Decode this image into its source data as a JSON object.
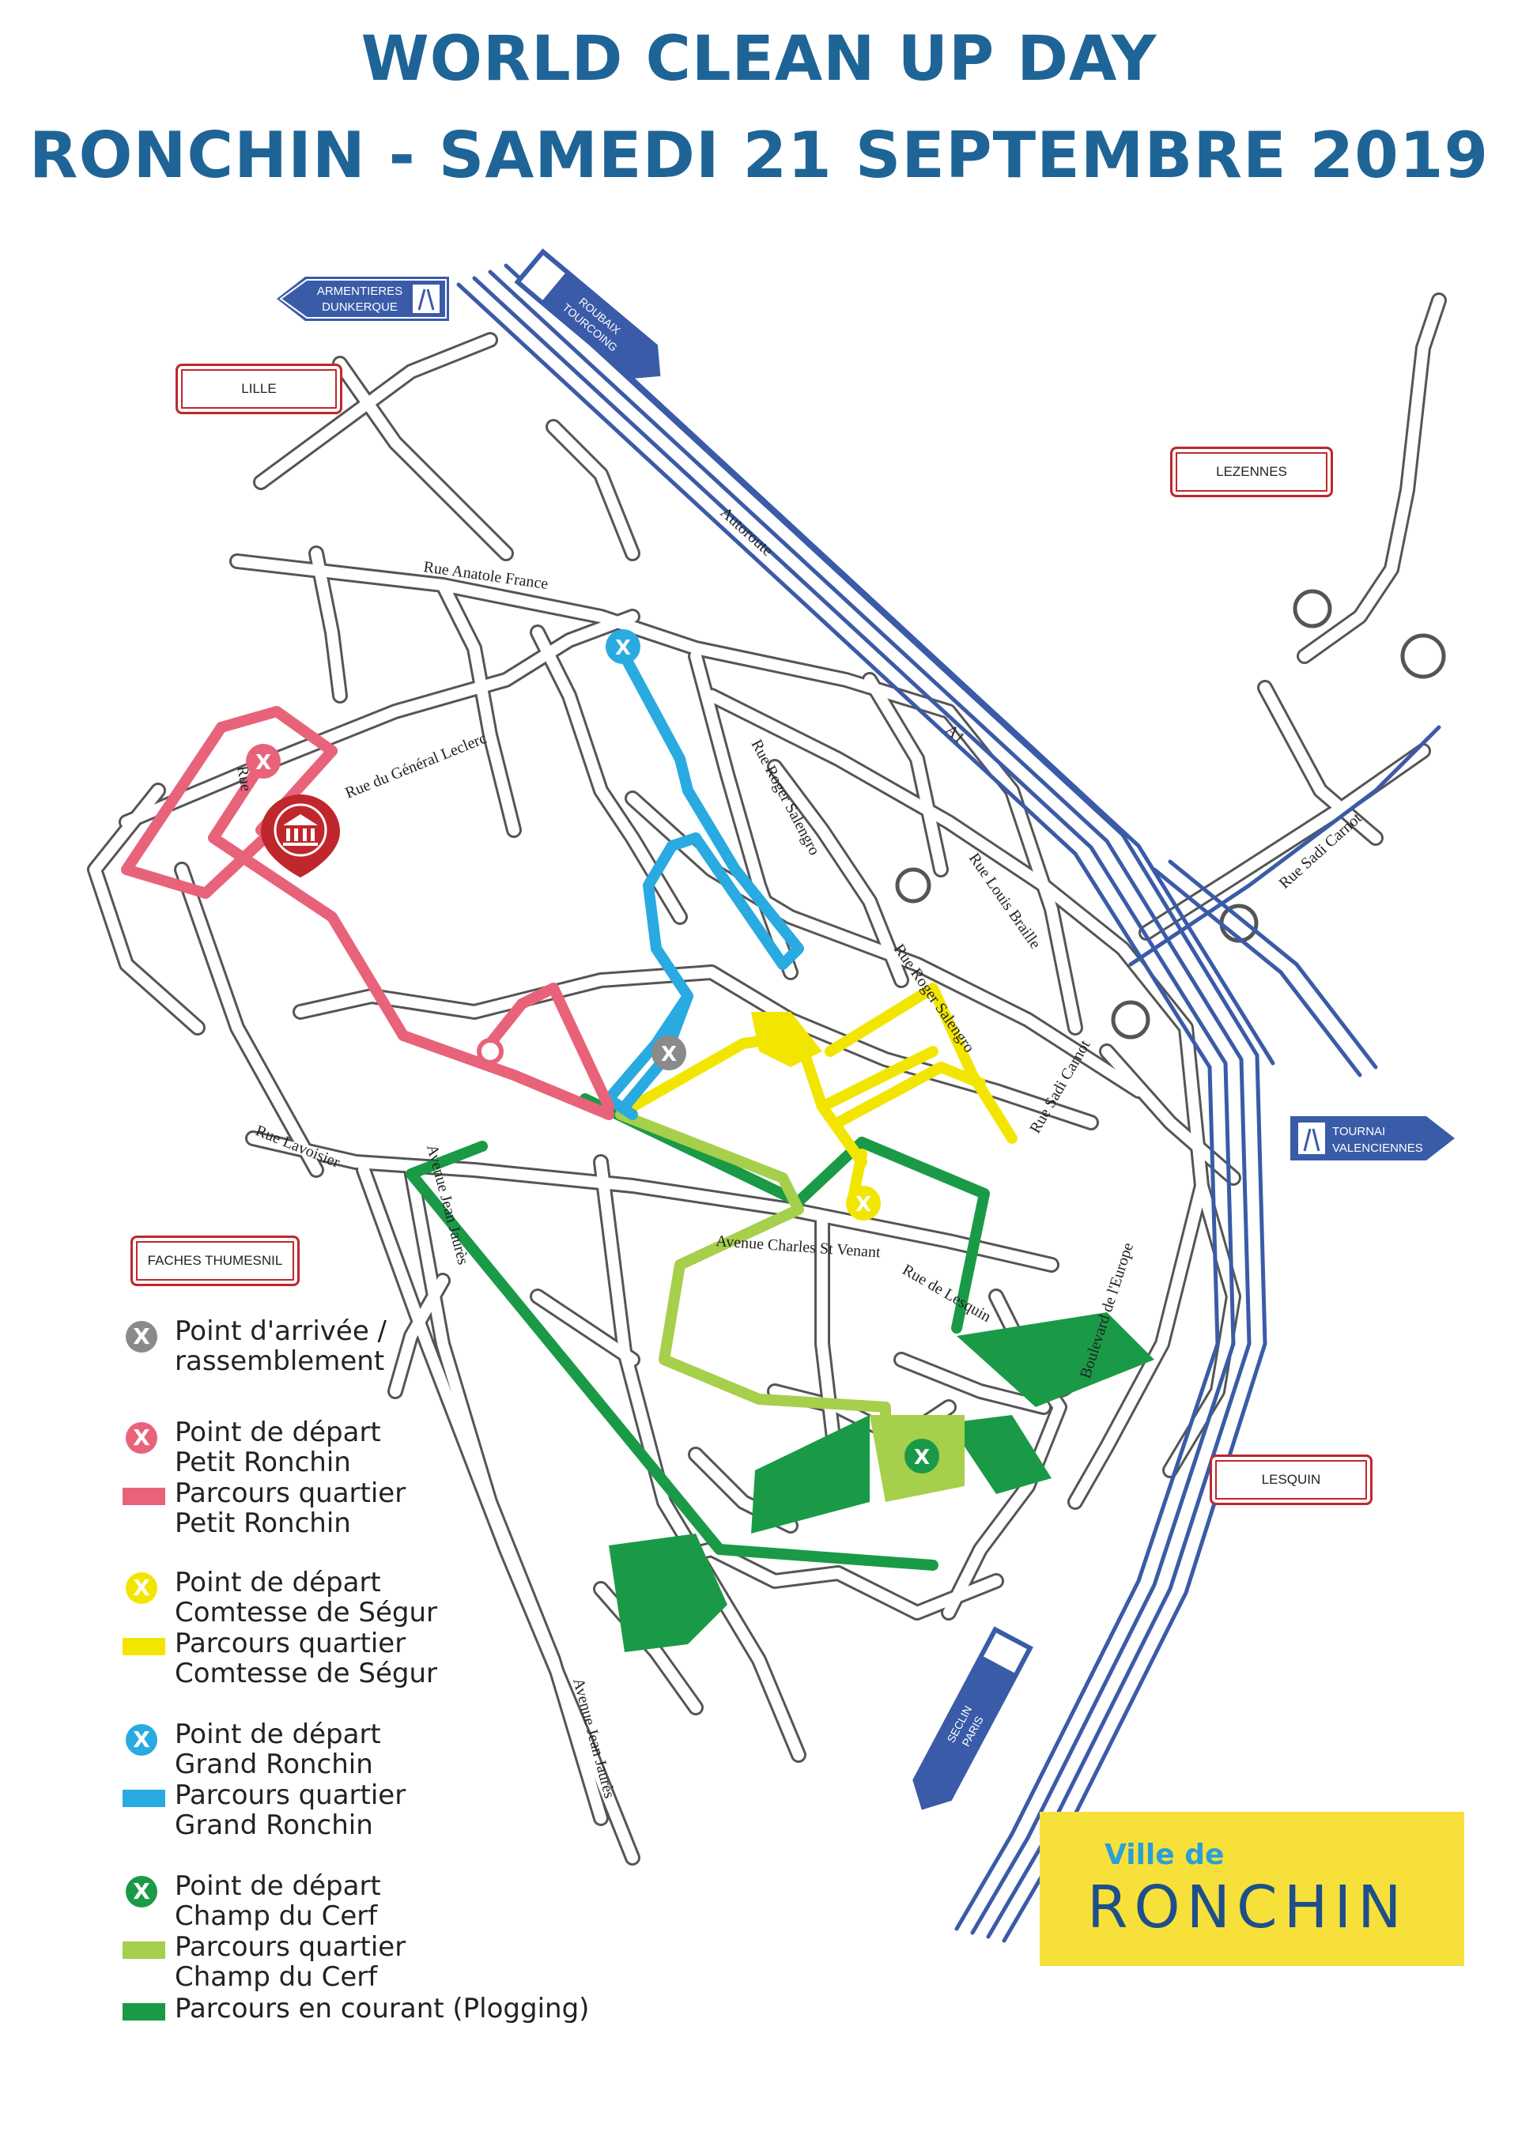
{
  "title": {
    "line1": "WORLD CLEAN UP DAY",
    "line2": "RONCHIN - SAMEDI 21 SEPTEMBRE 2019"
  },
  "towns": {
    "lille": "LILLE",
    "lezennes": "LEZENNES",
    "faches": "FACHES THUMESNIL",
    "lesquin": "LESQUIN"
  },
  "motorway_signs": {
    "armentieres": [
      "ARMENTIERES",
      "DUNKERQUE"
    ],
    "roubaix": [
      "ROUBAIX",
      "TOURCOING"
    ],
    "tournai": [
      "TOURNAI",
      "VALENCIENNES"
    ],
    "seclin": [
      "SECLIN",
      "PARIS"
    ]
  },
  "streets": {
    "anatole_france": "Rue Anatole France",
    "general_leclerc": "Rue du Général Leclerc",
    "roger_salengro_1": "Rue Roger Salengro",
    "louis_braille": "Rue Louis Braille",
    "roger_salengro_2": "Rue Roger Salengro",
    "sadi_carnot_1": "Rue Sadi Carnot",
    "sadi_carnot_2": "Rue Sadi Carnot",
    "autoroute": "Autoroute",
    "a1": "A1",
    "lavoisier": "Rue Lavoisier",
    "jean_jaures_1": "Avenue Jean Jaurès",
    "jean_jaures_2": "Avenue Jean Jaurès",
    "charles_st_venant": "Avenue Charles St Venant",
    "lesquin": "Rue de Lesquin",
    "boulevard_europe": "Boulevard de l'Europe",
    "rue_short": "Rue"
  },
  "legend": [
    {
      "symbol": "marker",
      "color": "#8a8a8a",
      "text": "Point d'arrivée /\nrassemblement"
    },
    {
      "symbol": "marker",
      "color": "#e8637a",
      "text": "Point de départ\nPetit Ronchin"
    },
    {
      "symbol": "bar",
      "color": "#e8637a",
      "text": "Parcours quartier\nPetit Ronchin"
    },
    {
      "symbol": "marker",
      "color": "#f2e600",
      "text": "Point de départ\nComtesse de Ségur"
    },
    {
      "symbol": "bar",
      "color": "#f2e600",
      "text": "Parcours quartier\nComtesse de Ségur"
    },
    {
      "symbol": "marker",
      "color": "#29aae1",
      "text": "Point de départ\nGrand Ronchin"
    },
    {
      "symbol": "bar",
      "color": "#29aae1",
      "text": "Parcours quartier\nGrand Ronchin"
    },
    {
      "symbol": "marker",
      "color": "#1a9a46",
      "text": "Point de départ\nChamp du Cerf"
    },
    {
      "symbol": "bar",
      "color": "#a6cf4b",
      "text": "Parcours quartier\nChamp du Cerf"
    },
    {
      "symbol": "bar",
      "color": "#1a9a46",
      "text": "Parcours en courant (Plogging)"
    }
  ],
  "marker_glyph": "X",
  "logo": {
    "small": "Ville de",
    "big": "RONCHIN"
  },
  "colors": {
    "title": "#1f6496",
    "motorway": "#3a5ba8",
    "street_outline": "#555555",
    "pink": "#e8637a",
    "yellow": "#f2e600",
    "blue": "#29aae1",
    "green_dark": "#1a9a46",
    "green_light": "#a6cf4b",
    "grey": "#8a8a8a",
    "town_border": "#c0272d",
    "logo_bg": "#f7e03a"
  }
}
